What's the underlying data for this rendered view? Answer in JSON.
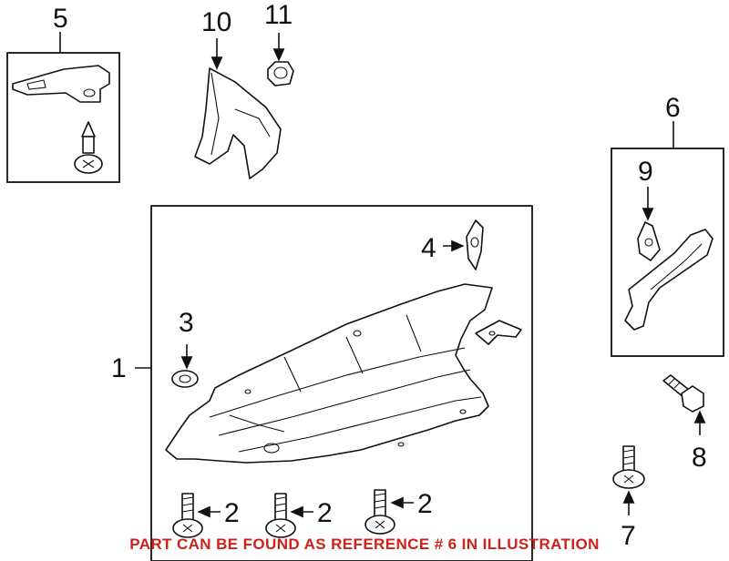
{
  "callouts": {
    "c1": "1",
    "c2a": "2",
    "c2b": "2",
    "c2c": "2",
    "c3": "3",
    "c4": "4",
    "c5": "5",
    "c6": "6",
    "c7": "7",
    "c8": "8",
    "c9": "9",
    "c10": "10",
    "c11": "11"
  },
  "footer": {
    "note": "PART CAN BE FOUND AS REFERENCE # 6 IN ILLUSTRATION",
    "color": "#d0201a"
  }
}
